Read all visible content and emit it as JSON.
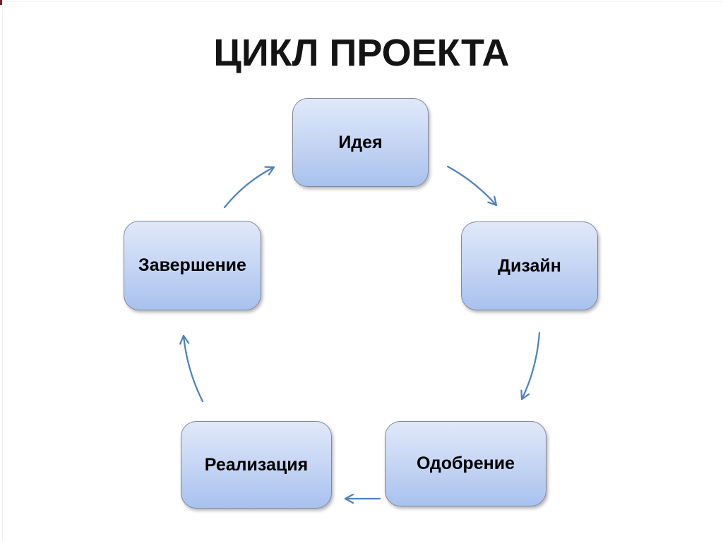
{
  "title": "ЦИКЛ ПРОЕКТА",
  "diagram": {
    "type": "cycle",
    "nodes": [
      {
        "id": "idea",
        "label": "Идея"
      },
      {
        "id": "design",
        "label": "Дизайн"
      },
      {
        "id": "approval",
        "label": "Одобрение"
      },
      {
        "id": "implementation",
        "label": "Реализация"
      },
      {
        "id": "completion",
        "label": "Завершение"
      }
    ],
    "connections": [
      {
        "from": "Идея",
        "to": "Дизайн"
      },
      {
        "from": "Дизайн",
        "to": "Одобрение"
      },
      {
        "from": "Одобрение",
        "to": "Реализация"
      },
      {
        "from": "Реализация",
        "to": "Завершение"
      },
      {
        "from": "Завершение",
        "to": "Идея"
      }
    ],
    "colors": {
      "arrow": "#4f81bd",
      "node_fill_top": "#e0e9f9",
      "node_fill_bottom": "#a8c2ee",
      "node_border": "#7f8896",
      "node_text": "#000000",
      "title_text": "#141414",
      "background": "#ffffff"
    }
  }
}
